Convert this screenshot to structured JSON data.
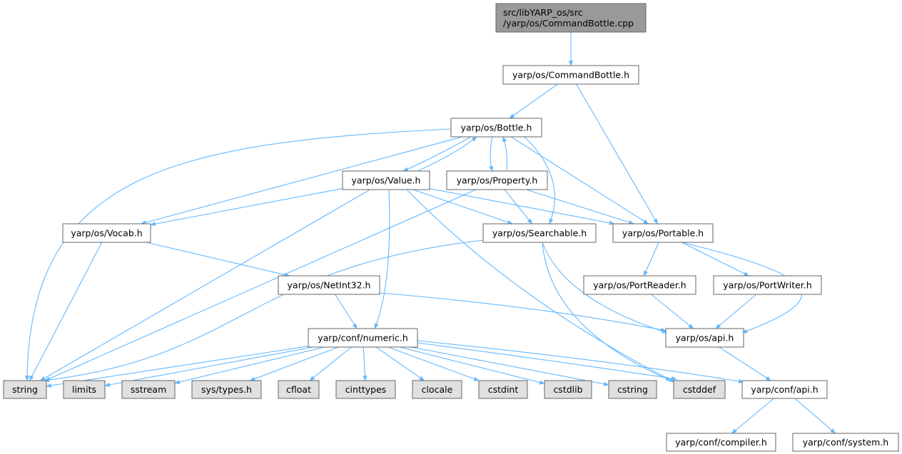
{
  "colors": {
    "root_fill": "#999999",
    "node_fill": "#ffffff",
    "system_fill": "#e0e0e0",
    "border": "#666666",
    "edge": "#63b8ff"
  },
  "nodes": [
    {
      "id": "root",
      "label": "src/libYARP_os/src\n/yarp/os/CommandBottle.cpp",
      "kind": "root"
    },
    {
      "id": "commandbottle_h",
      "label": "yarp/os/CommandBottle.h",
      "kind": "header"
    },
    {
      "id": "bottle_h",
      "label": "yarp/os/Bottle.h",
      "kind": "header"
    },
    {
      "id": "value_h",
      "label": "yarp/os/Value.h",
      "kind": "header"
    },
    {
      "id": "property_h",
      "label": "yarp/os/Property.h",
      "kind": "header"
    },
    {
      "id": "vocab_h",
      "label": "yarp/os/Vocab.h",
      "kind": "header"
    },
    {
      "id": "searchable_h",
      "label": "yarp/os/Searchable.h",
      "kind": "header"
    },
    {
      "id": "portable_h",
      "label": "yarp/os/Portable.h",
      "kind": "header"
    },
    {
      "id": "netint32_h",
      "label": "yarp/os/NetInt32.h",
      "kind": "header"
    },
    {
      "id": "portreader_h",
      "label": "yarp/os/PortReader.h",
      "kind": "header"
    },
    {
      "id": "portwriter_h",
      "label": "yarp/os/PortWriter.h",
      "kind": "header"
    },
    {
      "id": "numeric_h",
      "label": "yarp/conf/numeric.h",
      "kind": "header"
    },
    {
      "id": "os_api_h",
      "label": "yarp/os/api.h",
      "kind": "header"
    },
    {
      "id": "string",
      "label": "string",
      "kind": "system"
    },
    {
      "id": "limits",
      "label": "limits",
      "kind": "system"
    },
    {
      "id": "sstream",
      "label": "sstream",
      "kind": "system"
    },
    {
      "id": "sys_types_h",
      "label": "sys/types.h",
      "kind": "system"
    },
    {
      "id": "cfloat",
      "label": "cfloat",
      "kind": "system"
    },
    {
      "id": "cinttypes",
      "label": "cinttypes",
      "kind": "system"
    },
    {
      "id": "clocale",
      "label": "clocale",
      "kind": "system"
    },
    {
      "id": "cstdint",
      "label": "cstdint",
      "kind": "system"
    },
    {
      "id": "cstdlib",
      "label": "cstdlib",
      "kind": "system"
    },
    {
      "id": "cstring",
      "label": "cstring",
      "kind": "system"
    },
    {
      "id": "cstddef",
      "label": "cstddef",
      "kind": "system"
    },
    {
      "id": "conf_api_h",
      "label": "yarp/conf/api.h",
      "kind": "header"
    },
    {
      "id": "compiler_h",
      "label": "yarp/conf/compiler.h",
      "kind": "header"
    },
    {
      "id": "system_h",
      "label": "yarp/conf/system.h",
      "kind": "header"
    }
  ],
  "edges": [
    [
      "root",
      "commandbottle_h"
    ],
    [
      "commandbottle_h",
      "bottle_h"
    ],
    [
      "commandbottle_h",
      "portable_h"
    ],
    [
      "bottle_h",
      "value_h"
    ],
    [
      "bottle_h",
      "property_h"
    ],
    [
      "bottle_h",
      "vocab_h"
    ],
    [
      "bottle_h",
      "searchable_h"
    ],
    [
      "bottle_h",
      "portable_h"
    ],
    [
      "bottle_h",
      "string"
    ],
    [
      "value_h",
      "bottle_h"
    ],
    [
      "value_h",
      "vocab_h"
    ],
    [
      "value_h",
      "searchable_h"
    ],
    [
      "value_h",
      "portable_h"
    ],
    [
      "value_h",
      "numeric_h"
    ],
    [
      "value_h",
      "string"
    ],
    [
      "value_h",
      "cstddef"
    ],
    [
      "property_h",
      "bottle_h"
    ],
    [
      "property_h",
      "searchable_h"
    ],
    [
      "property_h",
      "portable_h"
    ],
    [
      "property_h",
      "string"
    ],
    [
      "vocab_h",
      "netint32_h"
    ],
    [
      "vocab_h",
      "string"
    ],
    [
      "searchable_h",
      "os_api_h"
    ],
    [
      "searchable_h",
      "string"
    ],
    [
      "searchable_h",
      "cstddef"
    ],
    [
      "portable_h",
      "portreader_h"
    ],
    [
      "portable_h",
      "portwriter_h"
    ],
    [
      "portable_h",
      "os_api_h"
    ],
    [
      "netint32_h",
      "numeric_h"
    ],
    [
      "netint32_h",
      "os_api_h"
    ],
    [
      "portreader_h",
      "os_api_h"
    ],
    [
      "portwriter_h",
      "os_api_h"
    ],
    [
      "numeric_h",
      "string"
    ],
    [
      "numeric_h",
      "limits"
    ],
    [
      "numeric_h",
      "sstream"
    ],
    [
      "numeric_h",
      "sys_types_h"
    ],
    [
      "numeric_h",
      "cfloat"
    ],
    [
      "numeric_h",
      "cinttypes"
    ],
    [
      "numeric_h",
      "clocale"
    ],
    [
      "numeric_h",
      "cstdint"
    ],
    [
      "numeric_h",
      "cstdlib"
    ],
    [
      "numeric_h",
      "cstring"
    ],
    [
      "numeric_h",
      "cstddef"
    ],
    [
      "numeric_h",
      "conf_api_h"
    ],
    [
      "os_api_h",
      "conf_api_h"
    ],
    [
      "conf_api_h",
      "compiler_h"
    ],
    [
      "conf_api_h",
      "system_h"
    ]
  ]
}
